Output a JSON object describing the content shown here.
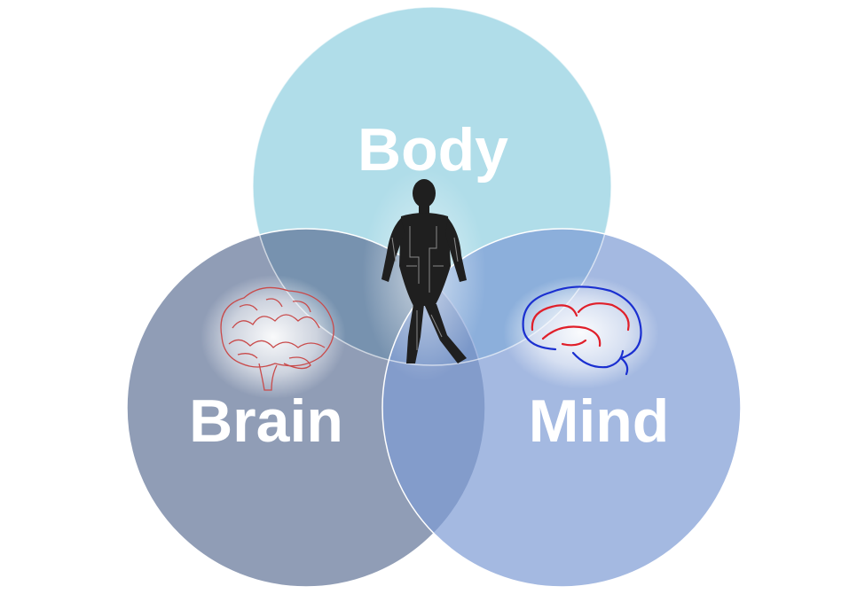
{
  "diagram": {
    "circles": [
      {
        "id": "body",
        "label": "Body",
        "color": "#9fd6e4",
        "opacity": 0.82
      },
      {
        "id": "brain",
        "label": "Brain",
        "color": "#5b6f94",
        "opacity": 0.68
      },
      {
        "id": "mind",
        "label": "Mind",
        "color": "#7e9bd4",
        "opacity": 0.7
      }
    ],
    "icons": {
      "body": "human-figure-icon",
      "brain": "anatomical-brain-icon",
      "mind": "outline-brain-icon"
    },
    "colors": {
      "brain_drawing": "#c94a4a",
      "mind_outline_blue": "#1a2fd0",
      "mind_outline_red": "#e01f2a",
      "figure": "#1f1f1f"
    }
  }
}
